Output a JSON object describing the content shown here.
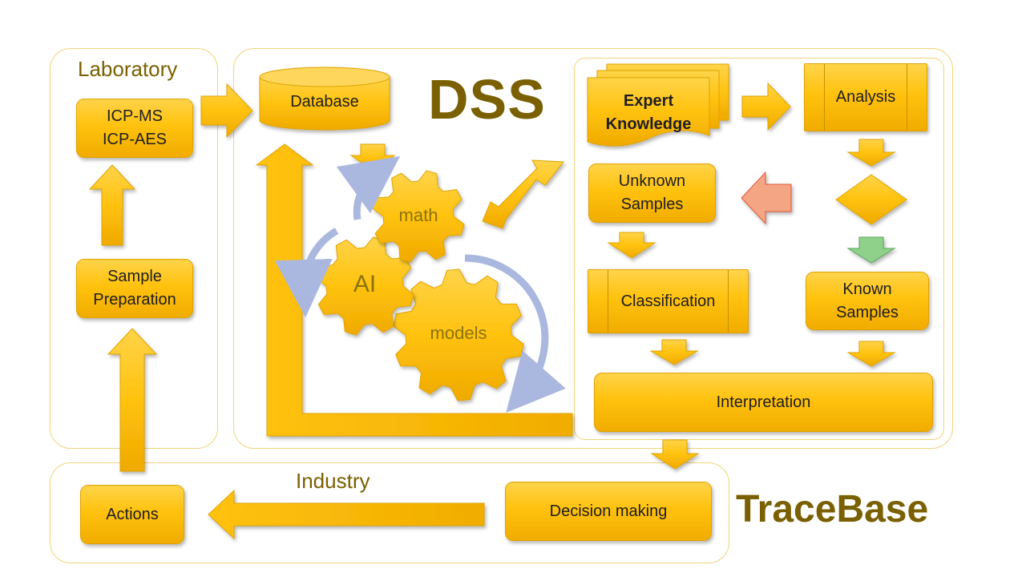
{
  "titles": {
    "laboratory": "Laboratory",
    "dss": "DSS",
    "industry": "Industry",
    "tracebase": "TraceBase"
  },
  "lab": {
    "icp_line1": "ICP-MS",
    "icp_line2": "ICP-AES",
    "sample_line1": "Sample",
    "sample_line2": "Preparation"
  },
  "dss": {
    "database": "Database",
    "gears": {
      "math": "math",
      "ai": "AI",
      "models": "models"
    }
  },
  "flow": {
    "expert_line1": "Expert",
    "expert_line2": "Knowledge",
    "analysis": "Analysis",
    "unknown_line1": "Unknown",
    "unknown_line2": "Samples",
    "known_line1": "Known",
    "known_line2": "Samples",
    "classification": "Classification",
    "interpretation": "Interpretation"
  },
  "industry": {
    "decision": "Decision making",
    "actions": "Actions"
  },
  "colors": {
    "accent": "#ffc20e",
    "title_text": "#7a6000",
    "gear_arrows": "#aab8df",
    "red_arrow": "#f4a583",
    "green_arrow": "#8fd18a"
  }
}
